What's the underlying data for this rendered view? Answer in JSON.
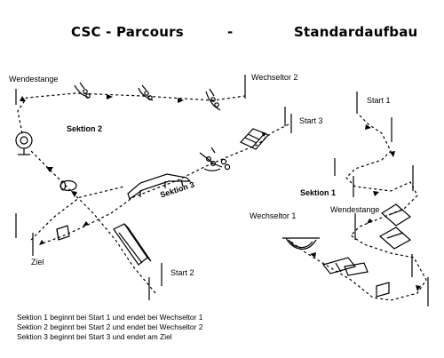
{
  "header": {
    "title_left": "CSC - Parcours",
    "separator": "-",
    "title_right": "Standardaufbau"
  },
  "labels": {
    "wendestange_top": "Wendestange",
    "wechseltor_2": "Wechseltor 2",
    "start_3": "Start 3",
    "sektion_2": "Sektion 2",
    "sektion_3": "Sektion 3",
    "ziel": "Ziel",
    "start_2": "Start 2",
    "start_1": "Start 1",
    "sektion_1": "Sektion 1",
    "wendestange_right": "Wendestange",
    "wechseltor_1": "Wechseltor 1"
  },
  "notes": [
    "Sektion 1 beginnt bei Start 1 und endet bei Wechseltor 1",
    "Sektion 2 beginnt bei Start 2 und endet bei Wechseltor 2",
    "Sektion 3 beginnt bei Start 3 und endet am Ziel"
  ]
}
